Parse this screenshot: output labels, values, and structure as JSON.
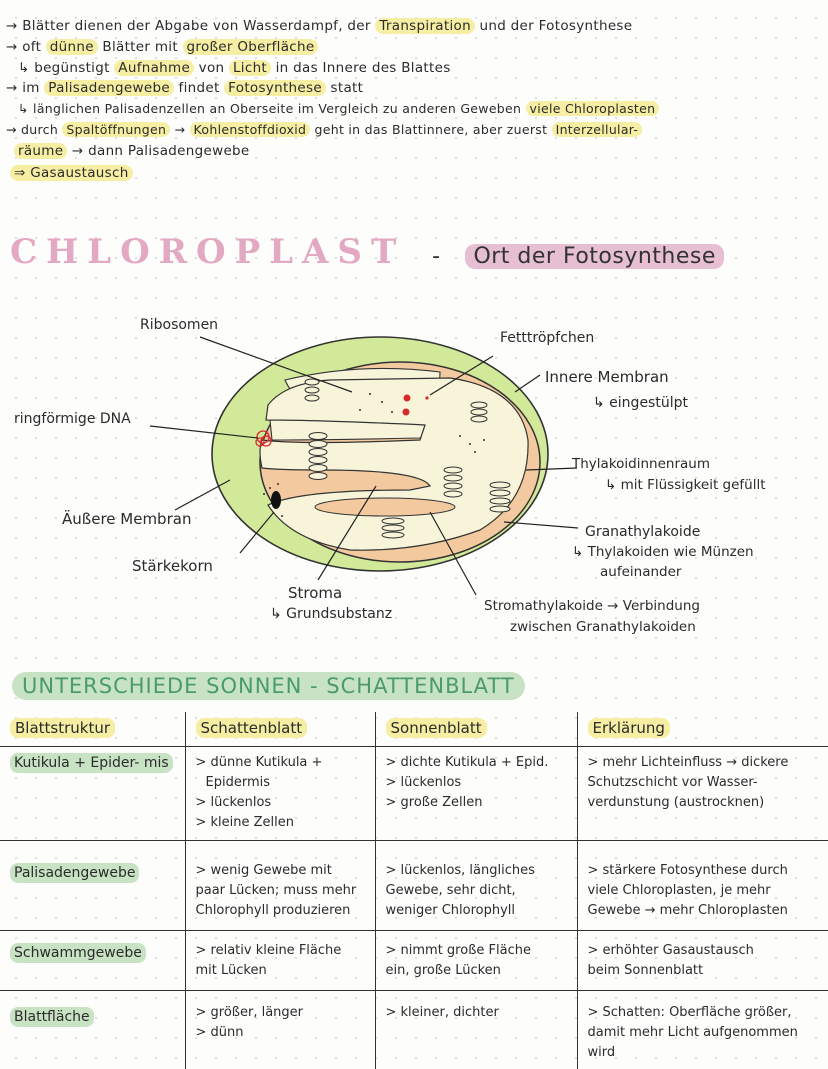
{
  "notes": {
    "l1": {
      "a": "→ Blätter dienen der Abgabe von Wasserdampf, der ",
      "hl1": "Transpiration",
      "b": " und der Fotosynthese"
    },
    "l2": {
      "a": "→ oft ",
      "hl1": "dünne",
      "b": " Blätter mit ",
      "hl2": "großer Oberfläche"
    },
    "l3": {
      "a": "↳ begünstigt ",
      "hl1": "Aufnahme",
      "b": " von ",
      "hl2": "Licht",
      "c": " in das Innere des Blattes"
    },
    "l4": {
      "a": "→ im ",
      "hl1": "Palisadengewebe",
      "b": " findet ",
      "hl2": "Fotosynthese",
      "c": " statt"
    },
    "l5": {
      "a": "↳ länglichen Palisadenzellen an Oberseite im Vergleich zu anderen Geweben ",
      "hl1": "viele Chloroplasten"
    },
    "l6": {
      "a": "→ durch ",
      "hl1": "Spaltöffnungen",
      "b": " → ",
      "hl2": "Kohlenstoffdioxid",
      "c": " geht in das Blattinnere, aber zuerst ",
      "hl3": "Interzellular-"
    },
    "l7": {
      "hl1": "räume",
      "a": " → dann Palisadengewebe"
    },
    "l8": {
      "hl1": "⇒ Gasaustausch"
    }
  },
  "chloroplast": {
    "title": "CHLOROPLAST",
    "dash": "-",
    "subtitle": "Ort der Fotosynthese",
    "labels": {
      "ribosomen": "Ribosomen",
      "fetttroepfchen": "Fetttröpfchen",
      "innere_membran": "Innere Membran",
      "innere_membran_sub": "↳ eingestülpt",
      "ringfoermige_dna": "ringförmige DNA",
      "thylakoidinnenraum": "Thylakoidinnenraum",
      "thylakoidinnenraum_sub": "↳ mit Flüssigkeit gefüllt",
      "aeussere_membran": "Äußere Membran",
      "granathylakoide": "Granathylakoide",
      "granathylakoide_sub1": "↳ Thylakoiden wie Münzen",
      "granathylakoide_sub2": "aufeinander",
      "staerkekorn": "Stärkekorn",
      "stroma": "Stroma",
      "stroma_sub": "↳ Grundsubstanz",
      "stromathylakoide": "Stromathylakoide → Verbindung",
      "stromathylakoide_sub": "zwischen Granathylakoiden"
    }
  },
  "table": {
    "title": "UNTERSCHIEDE SONNEN - SCHATTENBLATT",
    "headers": [
      "Blattstruktur",
      "Schattenblatt",
      "Sonnenblatt",
      "Erklärung"
    ],
    "rows": [
      {
        "struktur": "Kutikula + Epider- mis",
        "schatten": [
          "> dünne Kutikula +",
          "Epidermis",
          "> lückenlos",
          "> kleine Zellen"
        ],
        "sonne": [
          "> dichte Kutikula + Epid.",
          "> lückenlos",
          "> große Zellen"
        ],
        "erklaerung": [
          "> mehr Lichteinfluss → dickere",
          "Schutzschicht vor Wasser-",
          "verdunstung (austrocknen)"
        ]
      },
      {
        "struktur": "Palisadengewebe",
        "schatten": [
          "> wenig Gewebe mit",
          "paar Lücken; muss mehr",
          "Chlorophyll produzieren"
        ],
        "sonne": [
          "> lückenlos, längliches",
          "Gewebe, sehr dicht,",
          "weniger Chlorophyll"
        ],
        "erklaerung": [
          "> stärkere Fotosynthese durch",
          "viele Chloroplasten, je mehr",
          "Gewebe → mehr Chloroplasten"
        ]
      },
      {
        "struktur": "Schwammgewebe",
        "schatten": [
          "> relativ kleine Fläche",
          "mit Lücken"
        ],
        "sonne": [
          "> nimmt große Fläche",
          "ein, große Lücken"
        ],
        "erklaerung": [
          "> erhöhter Gasaustausch",
          "beim Sonnenblatt"
        ]
      },
      {
        "struktur": "Blattfläche",
        "schatten": [
          "> größer, länger",
          "> dünn"
        ],
        "sonne": [
          "> kleiner, dichter"
        ],
        "erklaerung": [
          "> Schatten: Oberfläche größer,",
          "damit mehr Licht aufgenommen",
          "wird"
        ]
      }
    ]
  },
  "colors": {
    "yellow_highlight": "#f6eea3",
    "pink_highlight": "#e7bfd2",
    "green_highlight": "#c8e3c3",
    "membrane_outer": "#d2e99a",
    "membrane_inner": "#f3ca9f",
    "stroma": "#f7f4da"
  }
}
